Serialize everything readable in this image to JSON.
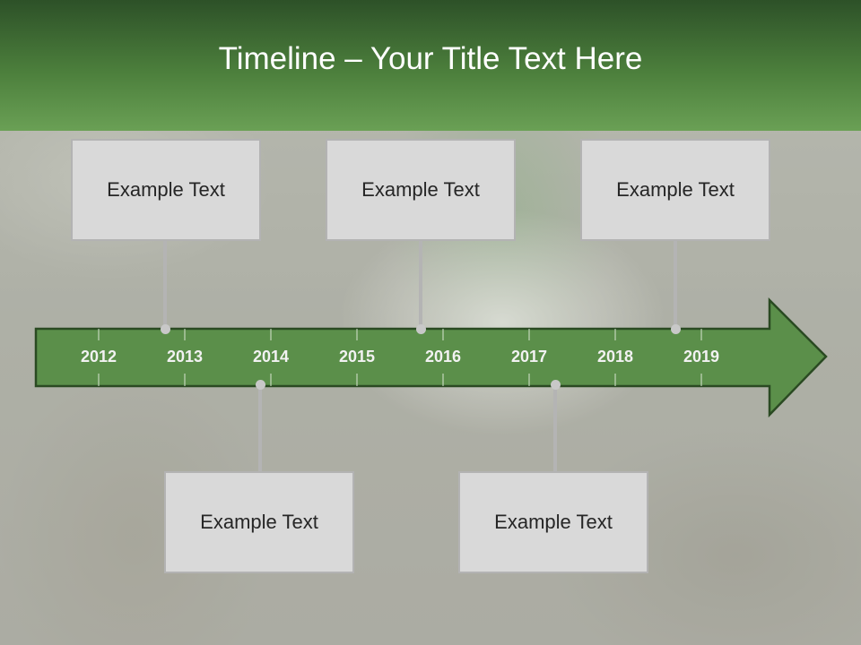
{
  "title": "Timeline – Your Title Text Here",
  "colors": {
    "header_dark": "#2d5128",
    "header_light": "#6aa055",
    "arrow_fill": "#5b8f4a",
    "arrow_stroke": "#2a4a22",
    "box_fill": "#d9d9d9",
    "box_border": "#b3b3b3",
    "connector": "#b4b4b4"
  },
  "timeline": {
    "years": [
      "2012",
      "2013",
      "2014",
      "2015",
      "2016",
      "2017",
      "2018",
      "2019"
    ]
  },
  "events": [
    {
      "label": "Example Text",
      "position": "above"
    },
    {
      "label": "Example Text",
      "position": "above"
    },
    {
      "label": "Example Text",
      "position": "above"
    },
    {
      "label": "Example Text",
      "position": "below"
    },
    {
      "label": "Example Text",
      "position": "below"
    }
  ]
}
